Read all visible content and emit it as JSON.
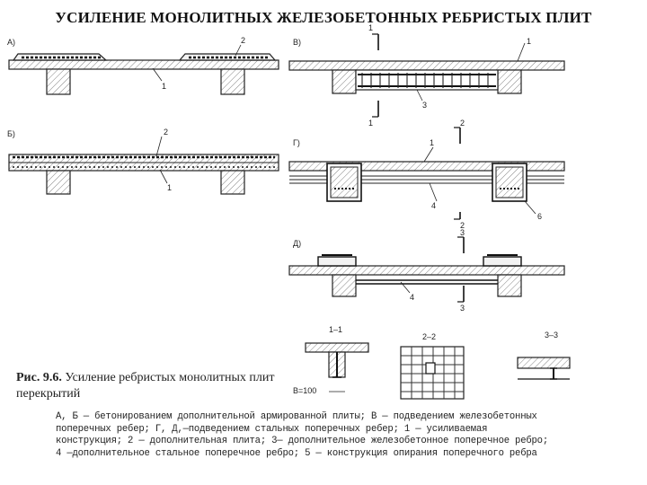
{
  "title": "УСИЛЕНИЕ МОНОЛИТНЫХ ЖЕЛЕЗОБЕТОННЫХ РЕБРИСТЫХ ПЛИТ",
  "panels": {
    "a": "А)",
    "b": "Б)",
    "v": "В)",
    "g": "Г)",
    "d": "Д)"
  },
  "callouts": {
    "n1": "1",
    "n2": "2",
    "n3": "3",
    "n4": "4",
    "n6": "6"
  },
  "section_labels": {
    "s11": "1–1",
    "s22": "2–2",
    "s33": "3–3",
    "width_note": "В=100"
  },
  "caption": {
    "number": "Рис. 9.6.",
    "text": "Усиление ребристых монолитных плит перекрытий"
  },
  "legend": "А, Б — бетонированием дополнительной армированной плиты; В — подведением железобетонных поперечных ребер; Г, Д,—подведением стальных поперечных ребер; 1 — усиливаемая конструкция; 2 — дополнительная плита; 3— дополнительное железобетонное поперечное ребро; 4 —дополнительное стальное поперечное ребро; 5 — конструкция опирания поперечного ребра"
}
